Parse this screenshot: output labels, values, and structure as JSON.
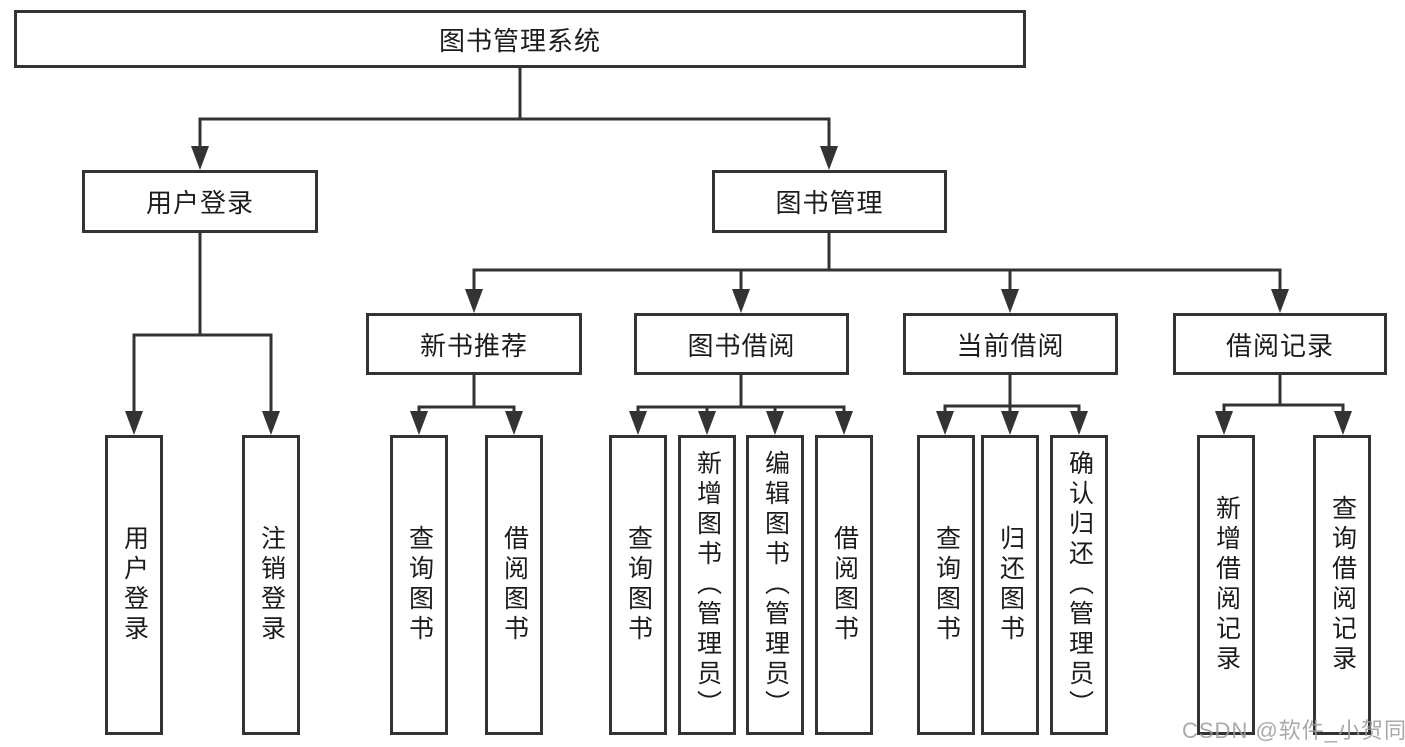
{
  "diagram": {
    "watermark": "CSDN @软件_小贺同学",
    "colors": {
      "line": "#333333",
      "box_border": "#333333",
      "box_fill": "#ffffff",
      "text": "#1c1c1c",
      "watermark": "#9e9e9e",
      "background": "#ffffff"
    },
    "root": {
      "label": "图书管理系统"
    },
    "level1": [
      {
        "label": "用户登录",
        "children": [
          {
            "label": "用户登录"
          },
          {
            "label": "注销登录"
          }
        ]
      },
      {
        "label": "图书管理",
        "children": [
          {
            "label": "新书推荐",
            "children": [
              {
                "label": "查询图书"
              },
              {
                "label": "借阅图书"
              }
            ]
          },
          {
            "label": "图书借阅",
            "children": [
              {
                "label": "查询图书"
              },
              {
                "label": "新增图书（管理员）"
              },
              {
                "label": "编辑图书（管理员）"
              },
              {
                "label": "借阅图书"
              }
            ]
          },
          {
            "label": "当前借阅",
            "children": [
              {
                "label": "查询图书"
              },
              {
                "label": "归还图书"
              },
              {
                "label": "确认归还（管理员）"
              }
            ]
          },
          {
            "label": "借阅记录",
            "children": [
              {
                "label": "新增借阅记录"
              },
              {
                "label": "查询借阅记录"
              }
            ]
          }
        ]
      }
    ]
  }
}
